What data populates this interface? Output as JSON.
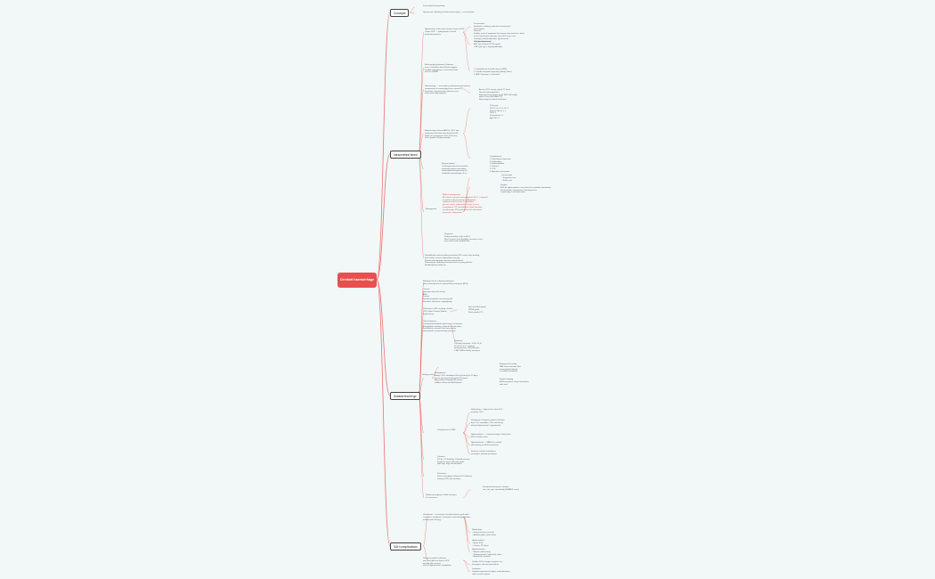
{
  "central": {
    "label": "Cerebral haemorrhage",
    "color": "#e8504f"
  },
  "branches": [
    {
      "id": "concepts",
      "label": "Concepts",
      "notes": [
        "Intracerebral haemorrhage",
        "Spontaneous bleeding into brain parenchyma — non-traumatic"
      ]
    },
    {
      "id": "intracerebral",
      "label": "Intracerebral bleed",
      "notes": [
        "Hypertension is the most common cause of ICH;\nchronic HTN → lipohyalinosis of small\npenetrating arteries",
        "Basal ganglia (putamen), thalamus,\npons, cerebellum; lobar bleeds suggest\namyloid angiopathy or a structural lesion\nsuch as an AVM",
        "Presentation:\nHeadache, vomiting, reduced consciousness\nFocal deficits\nSeizures\nSudden onset of symptoms that worsen over minutes to hours\nas the haematoma expands; raised ICP may cause\nCushing’s triad (bradycardia, hypertension,\nirregular respirations)",
        "CT: hyperdense area\nMRI: age of blood (T1/T2 signal)\nCTA: spot sign = ongoing bleeding",
        "1. Lipohyalinosis of small arteries (HTN)\n2. Cerebral amyloid angiopathy (elderly, lobar)\n3. AVM / aneurysm / cavernoma",
        "Haemorrhage → mass effect, perihaematomal oedema,\ncompression of surrounding tissue, raised ICP,\nherniation, intraventricular extension and\nobstructive hydrocephalus",
        "Assess GCS, airway; urgent CT head\nReverse anticoagulation\nBlood pressure control: target SBP 140 mmHg\nwithin 1 hour (INTERACT-2)\nNeurosurgical referral if indicated",
        "Haemorrhage volume (ABC/2), GCS, age,\ninfratentorial location and intraventricular\nblood are components of the ICH score,\nwhich predicts 30-day mortality",
        "ICH score:\nGCS 3–4 = 2, 5–12 = 1\nVolume ≥30 mL = 1\nIVH = 1\nInfratentorial = 1\nAge ≥80 = 1",
        "Complications:\n1. Haematoma expansion\n2. Rebleeding\n3. Hydrocephalus\n4. Seizures\n5. VTE\n6. Aspiration pneumonia",
        "Surgical options:\nCraniotomy and clot evacuation;\nminimally invasive evacuation;\nsuboccipital decompression for\ncerebellar haemorrhage >3 cm",
        "Management",
        "Conservative\n– Supportive care\n– Stroke unit",
        "Medical management:\nBP control, reversal of anticoagulants (PCC + vitamin K\nfor warfarin; idarucizumab for dabigatran;\nandexanet alfa for factor Xa inhibitors),\nglucose control, temperature control, seizure\nmanagement, ICP management (head elevation,\nosmotherapy), VTE prophylaxis with intermittent\npneumatic compression",
        "Surgery\nEVD for hydrocephalus; evacuation for cerebellar haematoma\nwith brainstem compression; decompressive\ncraniectomy in selected cases",
        "Prognosis:\n30-day mortality is high (≈40%).\nMost survivors have disability; recovery occurs\nover months with rehabilitation.",
        "Rehabilitation and secondary prevention: BP control, stop smoking,\nlimit alcohol, review antithrombotic therapy.\nRestart anticoagulation decision individualised.\nScreening for underlying vascular lesion in young patients.\nMultidisciplinary follow-up."
      ]
    },
    {
      "id": "subarachnoid",
      "label": "Subarachnoid hge",
      "notes": [
        "Bleeding into the subarachnoid space.\nMost commonly due to ruptured berry aneurysm (85%).",
        "Causes:\nAneurysm (saccular, berry)\nAVM\nTrauma\nPerimesencephalic non-aneurysmal\nVasculitis, dissection, coagulopathy",
        "Risk factors: HTN, smoking, alcohol,\nPKD, Ehlers–Danlos, Marfan,\nfamily history",
        "Clinical features:\nThunderclap headache (worst ever), meningism,\nphotophobia, vomiting, reduced consciousness,\nfocal deficits, seizures; third nerve palsy\nwith posterior communicating aneurysm",
        "Hunt and Hess grade\nWFNS grade\nFisher grade (CT)",
        "Diagnosis:\nCT head (sensitivity ~100% <6 h)\nLP at 12 h if CT negative:\nxanthochromia, raised bilirubin,\nCTA / DSA to identify aneurysm",
        "Grading scales",
        "Management:\nAirway, GCS, nimodipine 60 mg 4-hourly for 21 days,\nsecure aneurysm early (within 72 hours)\nwith coiling or clipping; BP control;\nmonitor sodium and fluid balance",
        "Endovascular coiling\nISAT: better outcome than\nneurosurgical clipping\nin suitable aneurysms",
        "Surgical clipping\nMCA aneurysms, large haematoma,\nwide neck",
        "Complications of SAH",
        "Rebleeding — highest risk in first 24 h;\nmortality ~50%",
        "Vasospasm / delayed cerebral ischaemia\nday 3–14; nimodipine; TCD monitoring;\ninduced hypertension if symptomatic",
        "Hydrocephalus — communicating or obstructive;\nEVD or lumbar drain",
        "Hyponatraemia — SIADH or cerebral\nsalt wasting; avoid fluid restriction",
        "Seizures; cardiac arrhythmias;\nneurogenic pulmonary oedema",
        "Outcome:\n1/3 die, 1/3 disability, 1/3 good recovery\nPrognosis worse with poor grade,\nolder age, large volume bleed",
        "Prevention:\nScreen first-degree relatives if ≥2 affected,\nmanage HTN, stop smoking.",
        "Follow-up imaging of coiled aneurysm\nfor recurrence.",
        "Unruptured aneurysm: consider\nsize, site, age, comorbidity (PHASES score)."
      ]
    },
    {
      "id": "sah-complications",
      "label": "SAH complications",
      "notes": [
        "Vasospasm — narrowing of cerebral arteries; peak day 7\nTreatment: nimodipine, euvolaemia, induced hypertension,\nendovascular therapy.",
        "Rebleeding:\n– Early aneurysm securing\n– Antifibrinolytics (short term)",
        "Hydrocephalus:\n– Acute: EVD\n– Chronic: VP shunt",
        "Hyponatraemia:\n– Monitor sodium daily\n– Fludrocortisone / hypertonic saline\n– Avoid fluid restriction",
        "Delayed cerebral ischaemia:\nnew focal deficit or drop in GCS,\nexclude other causes;\ninduced hypertension; angioplasty",
        "Cardiac: ECG changes, troponin rise,\nneurogenic stunned myocardium",
        "Long-term:\nCognitive impairment, fatigue, mood disorders,\nreturn to work support"
      ]
    }
  ]
}
